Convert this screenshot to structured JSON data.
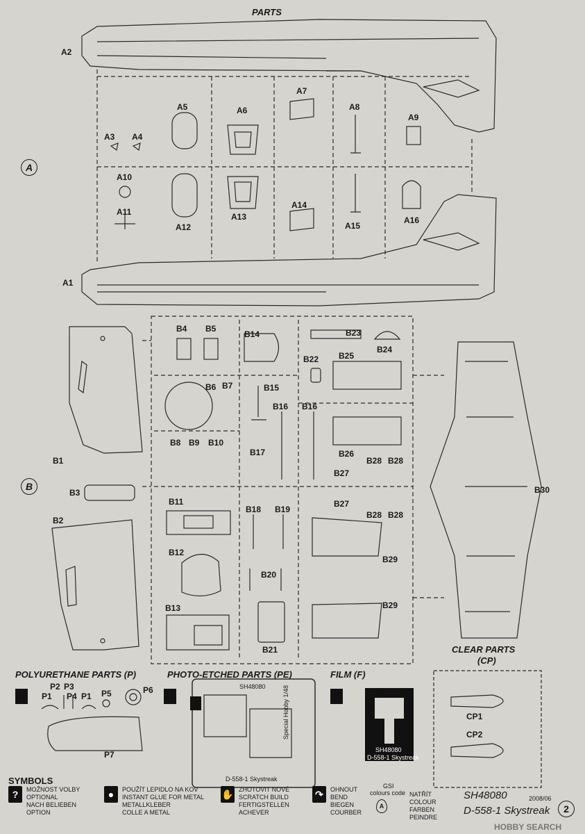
{
  "header": {
    "title": "PARTS"
  },
  "sprue_tags": {
    "a": "A",
    "b": "B"
  },
  "parts_a": [
    "A1",
    "A2",
    "A3",
    "A4",
    "A5",
    "A6",
    "A7",
    "A8",
    "A9",
    "A10",
    "A11",
    "A12",
    "A13",
    "A14",
    "A15",
    "A16"
  ],
  "parts_b": [
    "B1",
    "B2",
    "B3",
    "B4",
    "B5",
    "B6",
    "B7",
    "B8",
    "B9",
    "B10",
    "B11",
    "B12",
    "B13",
    "B14",
    "B15",
    "B16",
    "B16",
    "B17",
    "B18",
    "B19",
    "B20",
    "B21",
    "B22",
    "B23",
    "B24",
    "B25",
    "B26",
    "B27",
    "B27",
    "B28",
    "B28",
    "B28",
    "B28",
    "B29",
    "B29",
    "B30"
  ],
  "clear_parts": {
    "title": "CLEAR PARTS",
    "subtitle": "(CP)",
    "items": [
      "CP1",
      "CP2"
    ]
  },
  "polyurethane": {
    "title": "POLYURETHANE PARTS (P)",
    "items": [
      "P2",
      "P3",
      "P1",
      "P4",
      "P1",
      "P5",
      "P6",
      "P7"
    ]
  },
  "photo_etched": {
    "title": "PHOTO-ETCHED PARTS (PE)",
    "fret_code": "SH48080",
    "fret_name": "D-558-1 Skystreak",
    "fret_side": "Special Hobby 1/48"
  },
  "film": {
    "title": "FILM (F)",
    "code": "SH48080",
    "name": "D-558-1 Skystreak"
  },
  "symbols": {
    "title": "SYMBOLS",
    "items": [
      {
        "icon": "?",
        "lines": [
          "MOŽNOST VOLBY",
          "OPTIONAL",
          "NACH BELIEBEN",
          "OPTION"
        ]
      },
      {
        "icon": "glue",
        "lines": [
          "POUŽÍT LEPIDLO NA KOV",
          "INSTANT GLUE FOR METAL",
          "METALLKLEBER",
          "COLLE A METAL"
        ]
      },
      {
        "icon": "hand",
        "lines": [
          "ZHOTOVIT NOVÉ",
          "SCRATCH BUILD",
          "FERTIGSTELLEN",
          "ACHEVER"
        ]
      },
      {
        "icon": "bend",
        "lines": [
          "OHNOUT",
          "BEND",
          "BIEGEN",
          "COURBER"
        ]
      }
    ],
    "gsi": "GSI",
    "colours_code": "colours code",
    "colour_lines": [
      "NATŘÍT",
      "COLOUR",
      "FARBEN",
      "PEINDRE"
    ]
  },
  "footer": {
    "kit_code": "SH48080",
    "kit_name": "D-558-1 Skystreak",
    "date": "2008/06",
    "page": "2",
    "watermark": "HOBBY SEARCH"
  }
}
